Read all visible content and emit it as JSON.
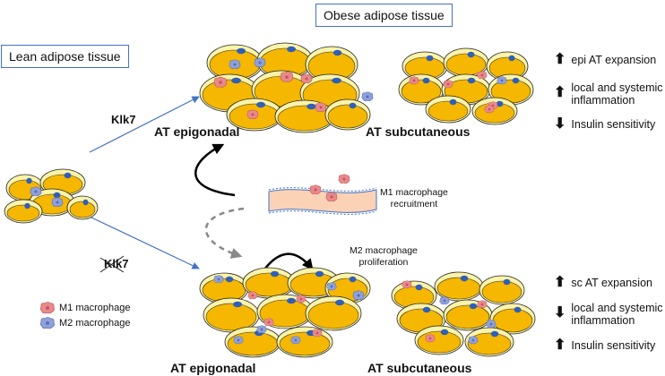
{
  "header": {
    "obese_title": "Obese adipose tissue",
    "lean_title": "Lean adipose tissue"
  },
  "pathway": {
    "klk7": "Klk7",
    "klk7_deleted": "Klk7"
  },
  "tissues": {
    "top_epi": "AT epigonadal",
    "top_sub": "AT subcutaneous",
    "bottom_epi": "AT epigonadal",
    "bottom_sub": "AT subcutaneous"
  },
  "processes": {
    "m1_recruitment": [
      "M1 macrophage",
      "recruitment"
    ],
    "m2_proliferation": [
      "M2 macrophage",
      "proliferation"
    ]
  },
  "effects_top": [
    {
      "direction": "up",
      "text": [
        "epi AT expansion"
      ]
    },
    {
      "direction": "up",
      "text": [
        "local and systemic",
        "inflammation"
      ]
    },
    {
      "direction": "down",
      "text": [
        "Insulin sensitivity"
      ]
    }
  ],
  "effects_bottom": [
    {
      "direction": "up",
      "text": [
        "sc AT expansion"
      ]
    },
    {
      "direction": "down",
      "text": [
        "local and systemic",
        "inflammation"
      ]
    },
    {
      "direction": "up",
      "text": [
        "Insulin sensitivity"
      ]
    }
  ],
  "legend": {
    "m1": "M1 macrophage",
    "m2": "M2 macrophage"
  },
  "colors": {
    "adipocyte_fill": "#f5b700",
    "adipocyte_outer": "#fbf3a8",
    "nucleus": "#2f5fb7",
    "m1_macrophage": "#e88a8a",
    "m2_macrophage": "#8fa1db",
    "box_border": "#4472c4",
    "flow_arrow": "#4472c4",
    "vessel_fill": "#fbd2b6"
  },
  "icons": [
    "up-arrow-icon",
    "down-arrow-icon",
    "m1-macrophage-icon",
    "m2-macrophage-icon"
  ]
}
